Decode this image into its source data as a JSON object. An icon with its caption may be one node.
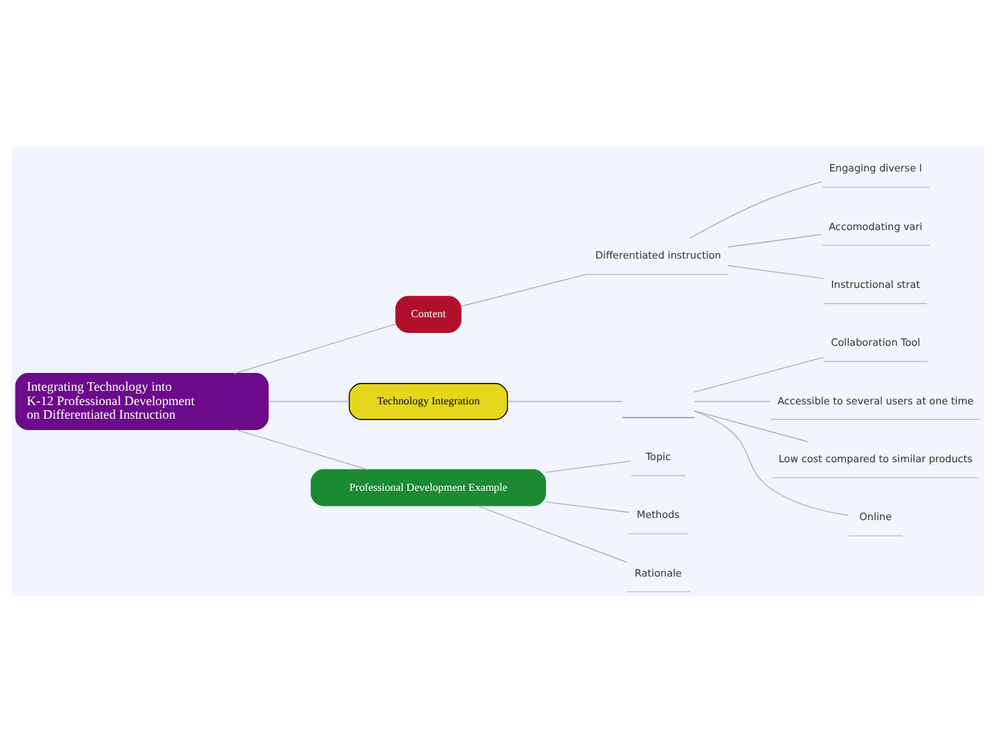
{
  "diagram": {
    "nodes": [
      {
        "text": [
          "Integrating Technology into K-12 Professional Development on Differentiated Instruction"
        ]
      },
      {
        "text": [
          "Content"
        ]
      },
      {
        "text": [
          "Differentiated instruction"
        ]
      },
      {
        "text": [
          "Engaging diverse l"
        ]
      },
      {
        "text": [
          "Accomodating vari"
        ]
      },
      {
        "text": [
          "Instructional strat"
        ]
      },
      {
        "text": [
          "Technology Integration"
        ]
      },
      {
        "text": [],
        "shape": "box"
      },
      {
        "text": [
          "Collaboration Tool"
        ]
      },
      {
        "text": [
          "Accessible to several users at one time"
        ]
      },
      {
        "text": [
          "Low cost compared to similar products"
        ]
      },
      {
        "text": [
          "Online"
        ]
      },
      {
        "text": [
          "Professional Development Example"
        ]
      },
      {
        "text": [
          "Topic"
        ]
      },
      {
        "text": [
          "Methods"
        ]
      },
      {
        "text": [
          "Rationale"
        ]
      }
    ],
    "edges": [
      {
        "from": 0,
        "to": 1,
        "arrow": "none"
      },
      {
        "from": 1,
        "to": 2,
        "arrow": "none"
      },
      {
        "from": 2,
        "to": 3,
        "arrow": "none"
      },
      {
        "from": 2,
        "to": 4,
        "arrow": "none"
      },
      {
        "from": 2,
        "to": 5,
        "arrow": "none"
      },
      {
        "from": 0,
        "to": 6,
        "arrow": "none"
      },
      {
        "from": 6,
        "to": 7,
        "arrow": "none"
      },
      {
        "from": 7,
        "to": 8,
        "arrow": "none"
      },
      {
        "from": 7,
        "to": 9,
        "arrow": "none"
      },
      {
        "from": 7,
        "to": 10,
        "arrow": "none"
      },
      {
        "from": 7,
        "to": 11,
        "arrow": "none"
      },
      {
        "from": 0,
        "to": 12,
        "arrow": "none"
      },
      {
        "from": 12,
        "to": 13,
        "arrow": "none"
      },
      {
        "from": 12,
        "to": 14,
        "arrow": "none"
      },
      {
        "from": 12,
        "to": 15,
        "arrow": "none"
      }
    ]
  }
}
